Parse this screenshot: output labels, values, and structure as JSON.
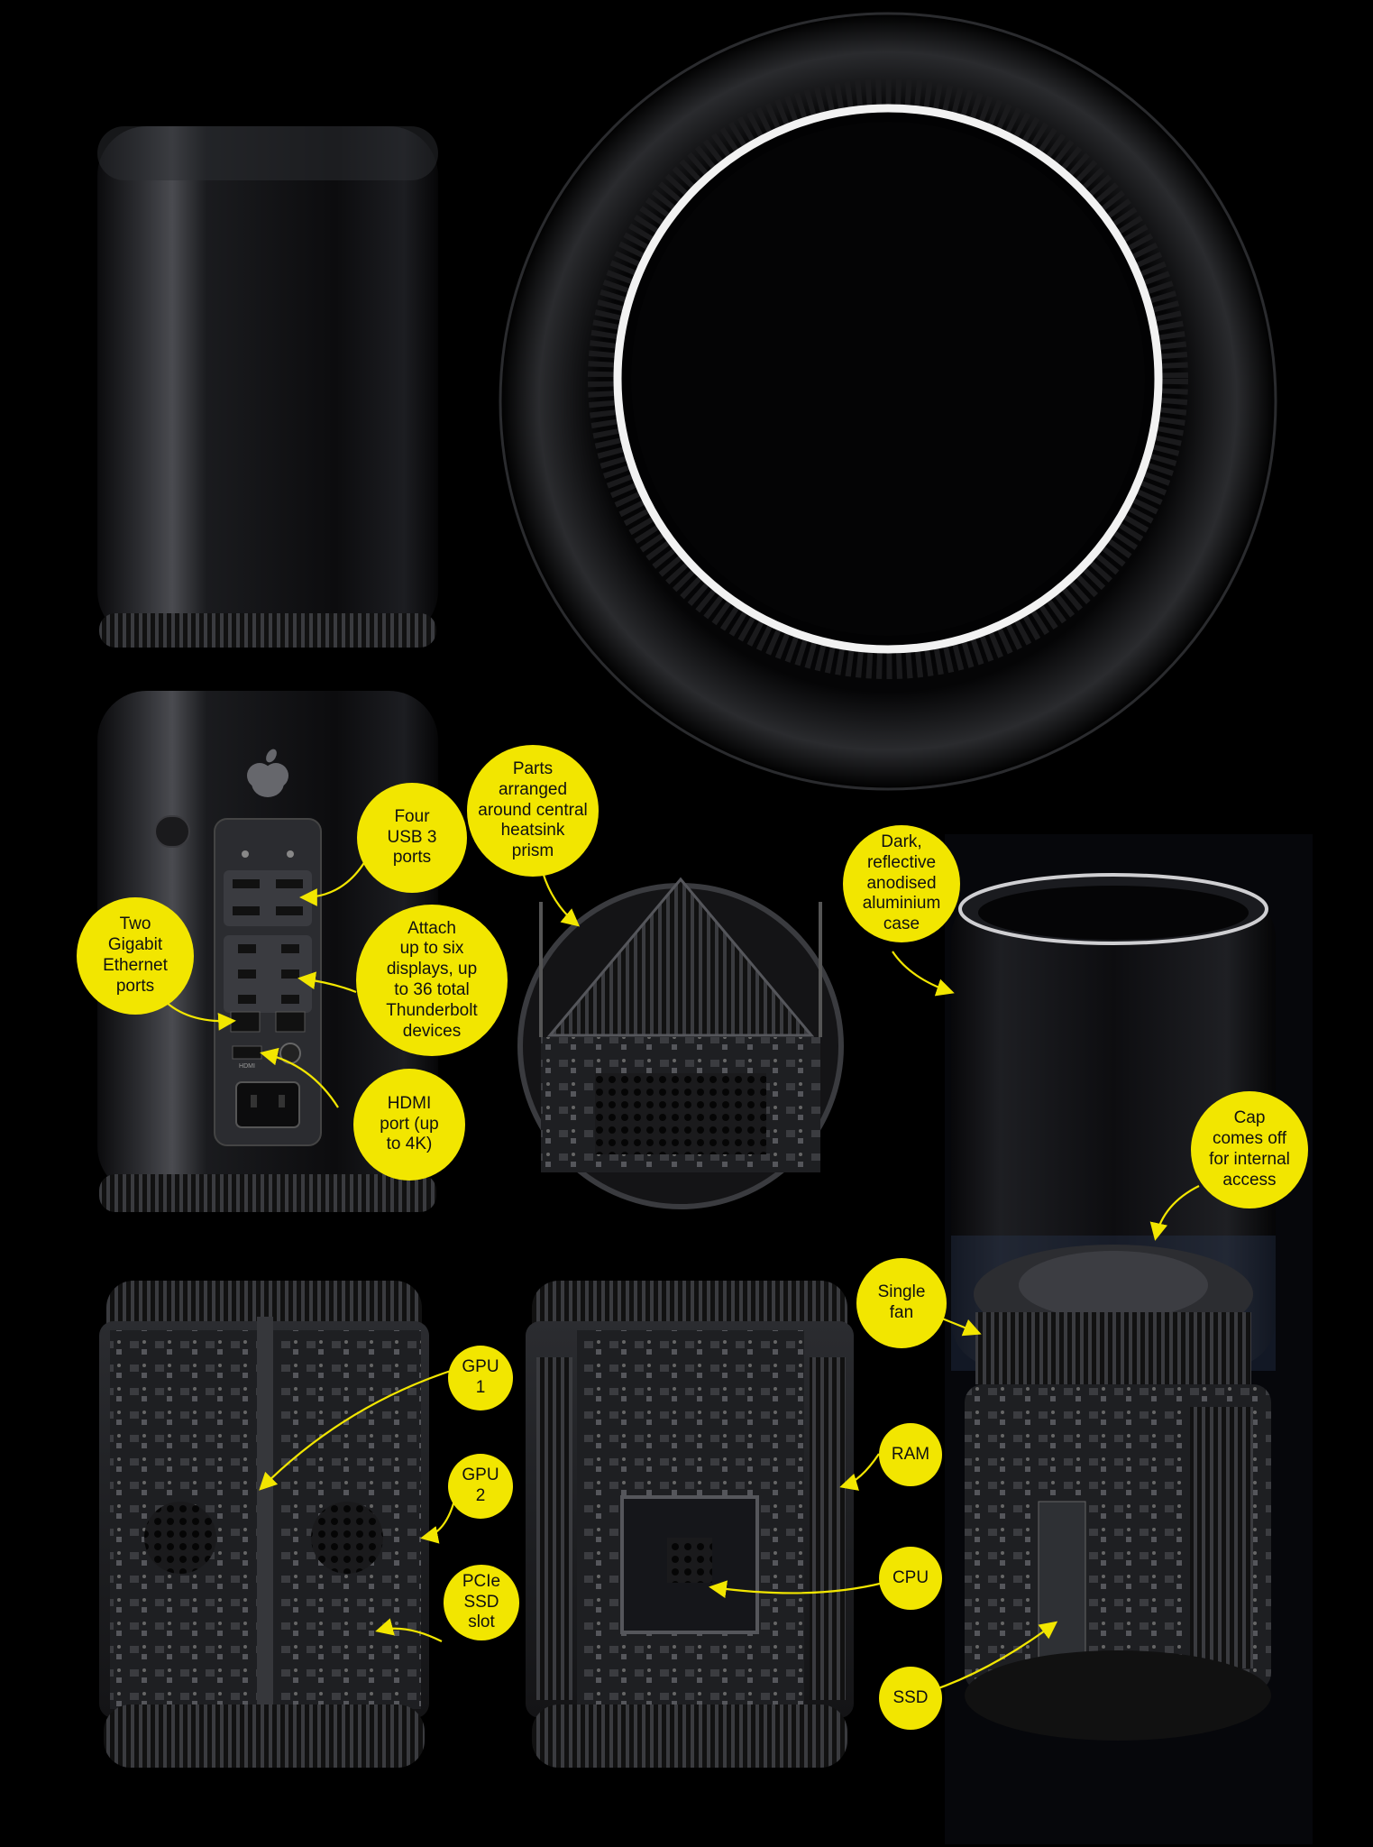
{
  "colors": {
    "background": "#000000",
    "callout_fill": "#f2e600",
    "callout_text": "#111111",
    "leader_line": "#f2e600"
  },
  "callouts": {
    "four_usb3": "Four\nUSB 3\nports",
    "gigabit_ethernet": "Two\nGigabit\nEthernet\nports",
    "thunderbolt": "Attach\nup to six\ndisplays, up\nto 36 total\nThunderbolt\ndevices",
    "hdmi": "HDMI\nport (up\nto 4K)",
    "parts_arranged": "Parts\narranged\naround central\nheatsink\nprism",
    "case": "Dark,\nreflective\nanodised\naluminium\ncase",
    "cap": "Cap\ncomes off\nfor internal\naccess",
    "single_fan": "Single\nfan",
    "gpu1": "GPU\n1",
    "gpu2": "GPU\n2",
    "pcie_ssd_slot": "PCIe\nSSD\nslot",
    "ram": "RAM",
    "cpu": "CPU",
    "ssd": "SSD"
  },
  "back_panel_labels": {
    "hdmi_port_label": "HDMI"
  }
}
